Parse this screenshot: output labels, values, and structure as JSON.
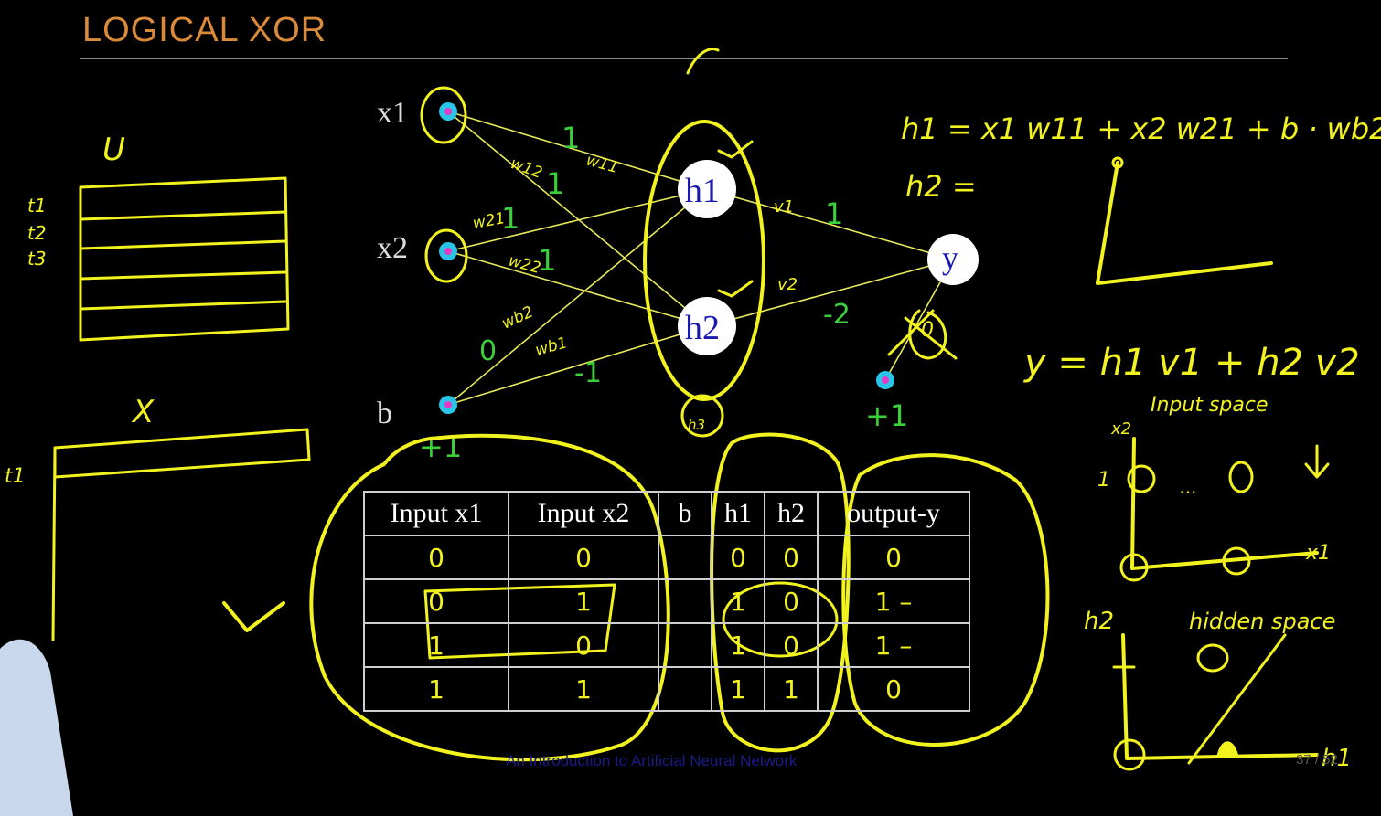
{
  "slide": {
    "title": "LOGICAL XOR",
    "footer": "An Introduction to Artificial Neural Network",
    "page_number": "37 / 52"
  },
  "network": {
    "inputs": [
      "x1",
      "x2",
      "b"
    ],
    "hidden": [
      "h1",
      "h2"
    ],
    "output": "y",
    "bias_label_input": "+1",
    "bias_label_hidden": "+1",
    "weights": {
      "x1_h1": "1",
      "x1_h2": "1",
      "x2_h1": "1",
      "x2_h2": "1",
      "b_h1": "0",
      "b_h2": "-1",
      "h1_y": "1",
      "h2_y": "-2"
    }
  },
  "annotations": {
    "w11": "w11",
    "w12": "w12",
    "w21": "w21",
    "w22": "w22",
    "wb2": "wb2",
    "wb1": "wb1",
    "v1": "v1",
    "v2": "v2",
    "h3": "h3",
    "crossed": "0",
    "u_label": "U",
    "x_label": "X",
    "t1": "t1",
    "t2": "t2",
    "t3": "t3",
    "t1_row": "t1",
    "eq_h1": "h1 = x1 w11 + x2 w21 + b · wb2",
    "eq_h2": "h2 =",
    "eq_y": "y = h1 v1 + h2 v2",
    "input_space": "Input space",
    "hidden_space": "hidden space",
    "x2_axis": "x2",
    "x1_axis": "x1",
    "h2_axis": "h2",
    "h1_axis": "h1",
    "one": "1",
    "dots": "...",
    "zero": "0",
    "one_dash": "1 –"
  },
  "table": {
    "headers": [
      "Input x1",
      "Input x2",
      "b",
      "h1",
      "h2",
      "output-y"
    ],
    "rows": [
      [
        "0",
        "0",
        "",
        "0",
        "0",
        "0"
      ],
      [
        "0",
        "1",
        "",
        "1",
        "0",
        "1 –"
      ],
      [
        "1",
        "0",
        "",
        "1",
        "0",
        "1 –"
      ],
      [
        "1",
        "1",
        "",
        "1",
        "1",
        "0"
      ]
    ]
  },
  "colors": {
    "title": "#d98a3a",
    "ink": "#f2f21e",
    "weights": "#3ccf3c",
    "node_fill": "#ffffff",
    "node_text": "#1a1ab0",
    "input_dot": "#29c4e6"
  }
}
